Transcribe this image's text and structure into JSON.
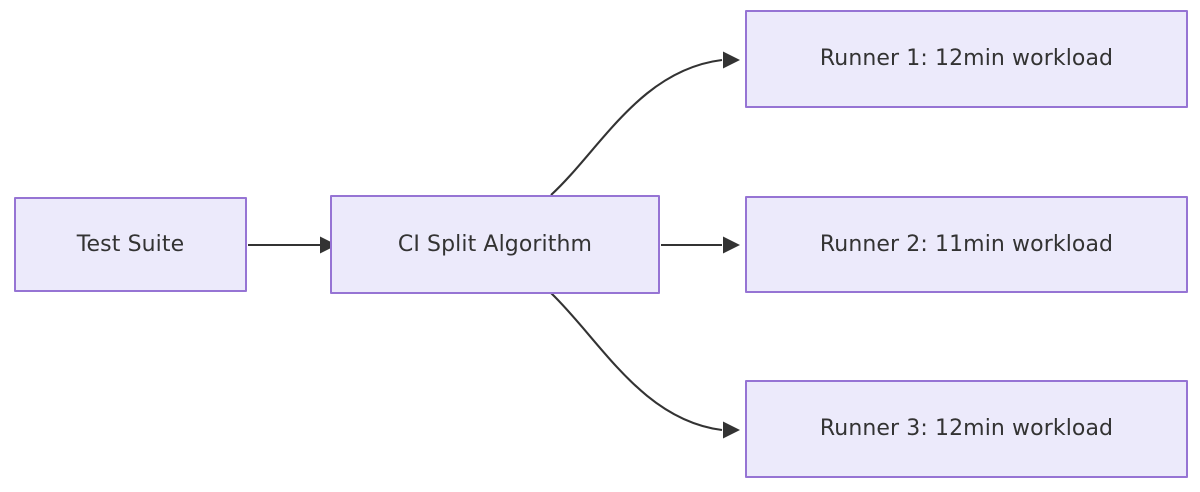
{
  "diagram": {
    "type": "flowchart",
    "direction": "left-to-right",
    "background_color": "#ffffff",
    "node_fill_color": "#ECEAFB",
    "node_border_color": "#9674D4",
    "text_color": "#333333",
    "edge_color": "#333333",
    "nodes": [
      {
        "id": "test-suite",
        "label": "Test Suite"
      },
      {
        "id": "ci-split",
        "label": "CI Split Algorithm"
      },
      {
        "id": "runner-1",
        "label": "Runner 1: 12min workload"
      },
      {
        "id": "runner-2",
        "label": "Runner 2: 11min workload"
      },
      {
        "id": "runner-3",
        "label": "Runner 3: 12min workload"
      }
    ],
    "edges": [
      {
        "id": "edge-test-suite-to-ci-split",
        "from": "test-suite",
        "to": "ci-split",
        "label": "",
        "style": "straight-arrow"
      },
      {
        "id": "edge-ci-split-to-runner-1",
        "from": "ci-split",
        "to": "runner-1",
        "label": "",
        "style": "curved-arrow"
      },
      {
        "id": "edge-ci-split-to-runner-2",
        "from": "ci-split",
        "to": "runner-2",
        "label": "",
        "style": "straight-arrow"
      },
      {
        "id": "edge-ci-split-to-runner-3",
        "from": "ci-split",
        "to": "runner-3",
        "label": "",
        "style": "curved-arrow"
      }
    ]
  }
}
